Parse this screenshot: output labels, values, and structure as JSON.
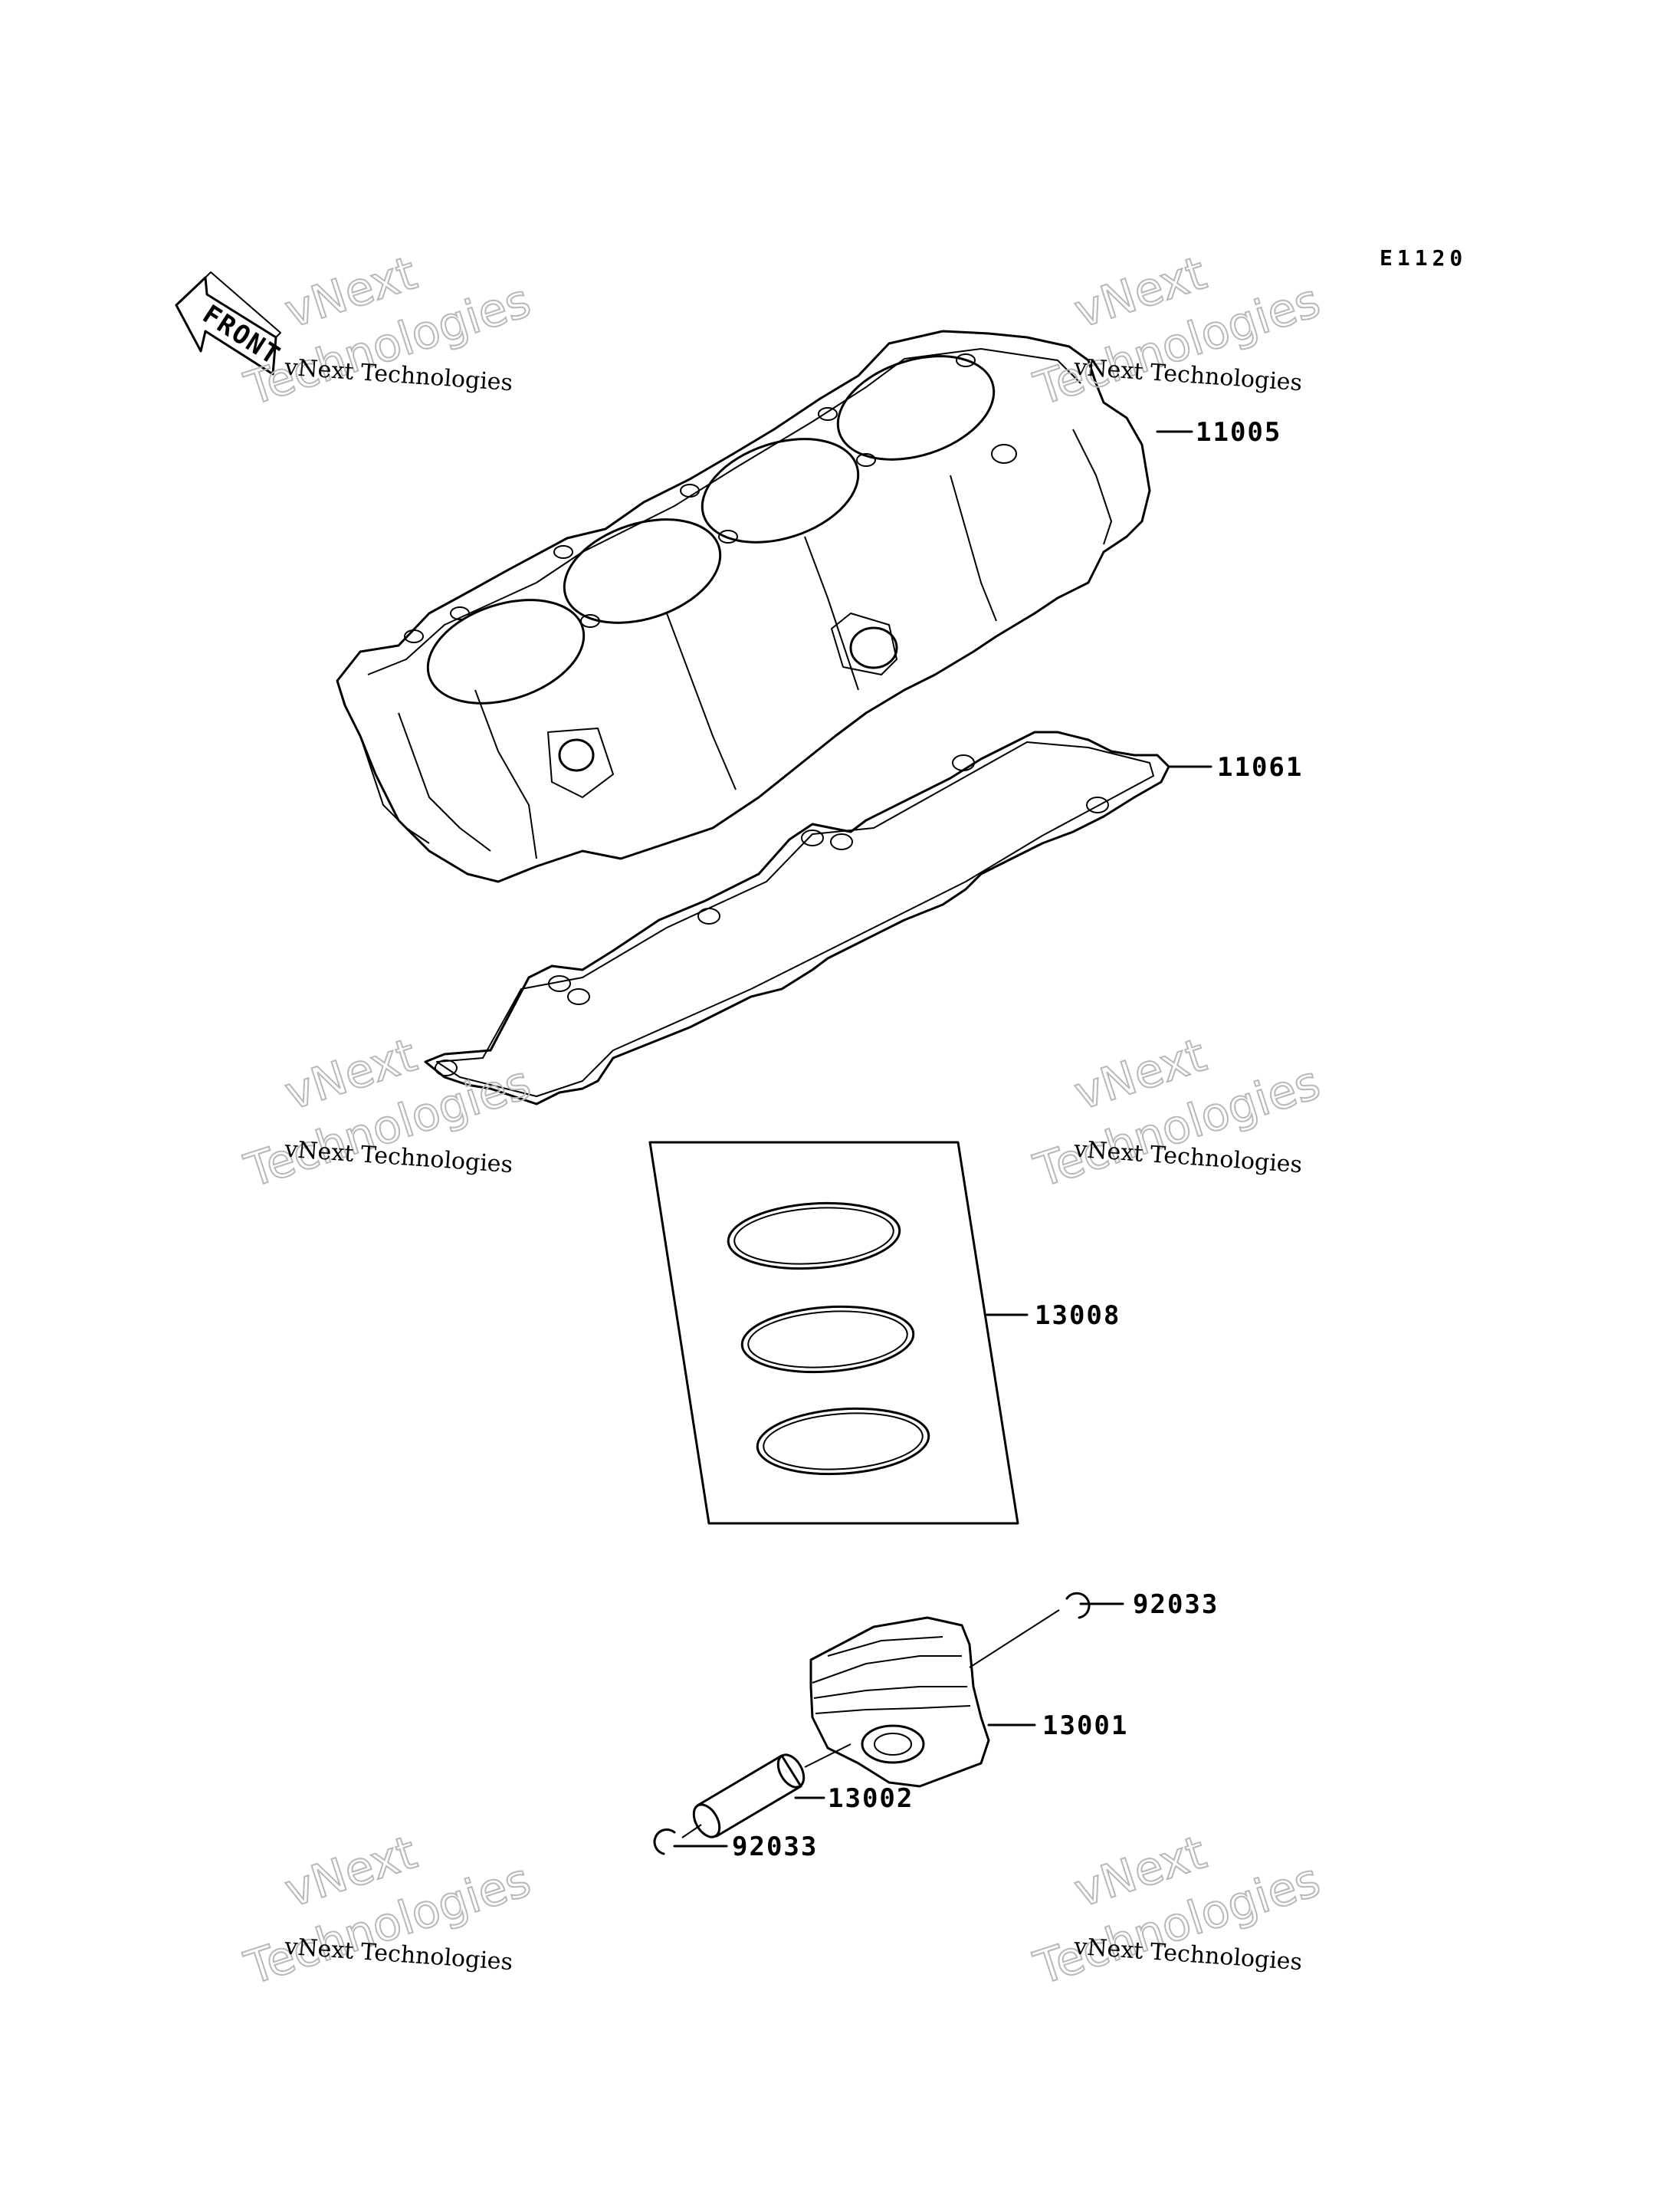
{
  "diagram": {
    "code": "E1120",
    "front_label": "FRONT",
    "parts": [
      {
        "number": "11005"
      },
      {
        "number": "11061"
      },
      {
        "number": "13008"
      },
      {
        "number": "92033"
      },
      {
        "number": "13001"
      },
      {
        "number": "13002"
      },
      {
        "number": "92033"
      }
    ],
    "watermark": {
      "brand": "vNext Technologies",
      "line1": "vNext",
      "line2": "Technologies"
    }
  }
}
